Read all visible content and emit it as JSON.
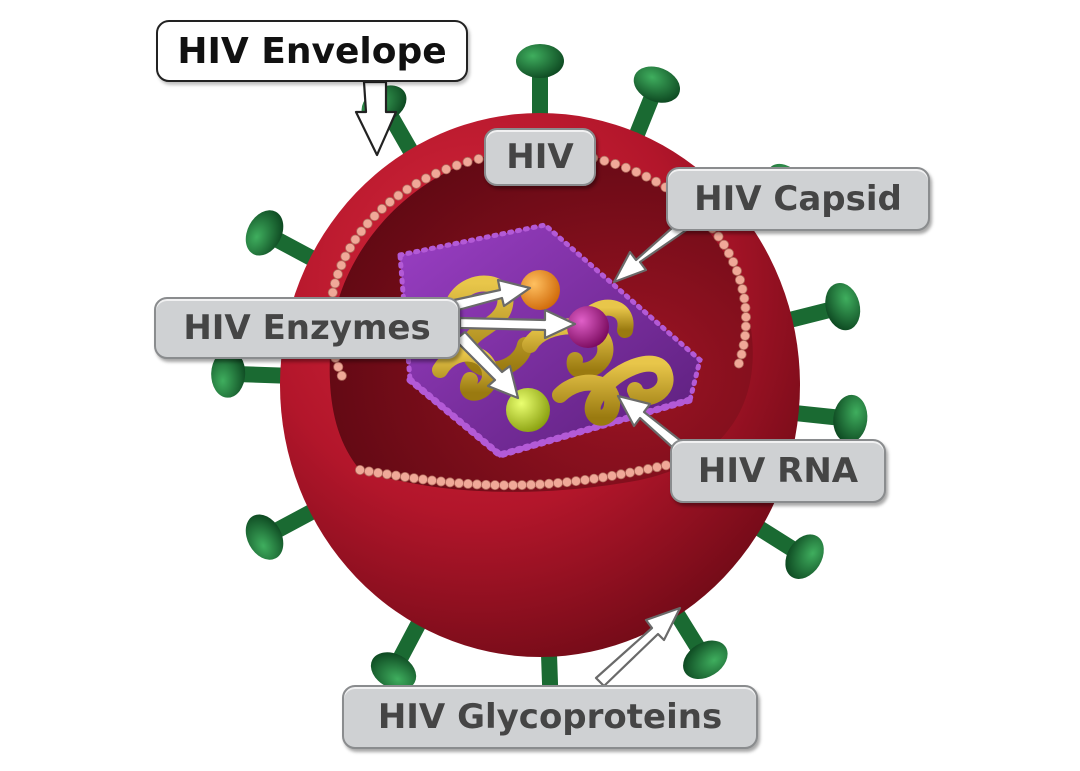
{
  "labels": {
    "envelope": "HIV Envelope",
    "virus": "HIV",
    "capsid": "HIV Capsid",
    "enzymes": "HIV Enzymes",
    "rna": "HIV RNA",
    "glycoproteins": "HIV Glycoproteins"
  },
  "icons": {
    "glycoprotein": "glycoprotein-spike-icon",
    "enzyme": "enzyme-sphere-icon"
  },
  "colors": {
    "envelope": "#b3162b",
    "envelope_inner": "#7d0f1c",
    "lipid_bead": "#f0a898",
    "capsid": "#7a2e9e",
    "capsid_bead": "#b35ad6",
    "rna": "#c9a227",
    "glycoprotein": "#1e7a3a",
    "enzyme_orange": "#f28c1e",
    "enzyme_magenta": "#b0208f",
    "enzyme_green": "#b8d22a",
    "label_fill": "#cfd1d3",
    "label_text": "#454545"
  }
}
